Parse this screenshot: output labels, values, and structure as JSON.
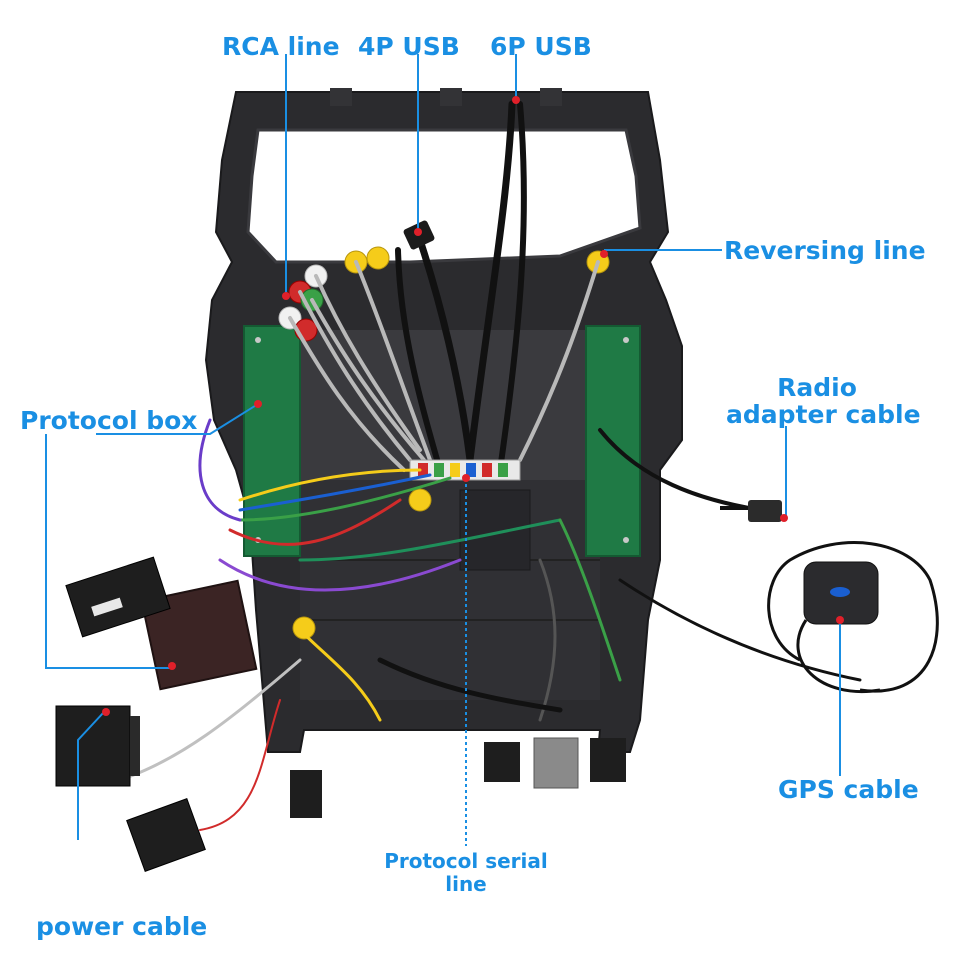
{
  "colors": {
    "label_blue": "#1a8fe3",
    "leader_line": "#1a8fe3",
    "marker_red": "#e0202a",
    "frame_black": "#2b2b2e",
    "pcb_green": "#1f7a45"
  },
  "callouts": {
    "rca_line": "RCA line",
    "usb_4p": "4P USB",
    "usb_6p": "6P USB",
    "reversing_line": "Reversing line",
    "radio_adapter_1": "Radio",
    "radio_adapter_2": "adapter cable",
    "protocol_box": "Protocol box",
    "gps_cable": "GPS cable",
    "protocol_serial_1": "Protocol serial",
    "protocol_serial_2": "line",
    "power_cable": "power cable"
  }
}
